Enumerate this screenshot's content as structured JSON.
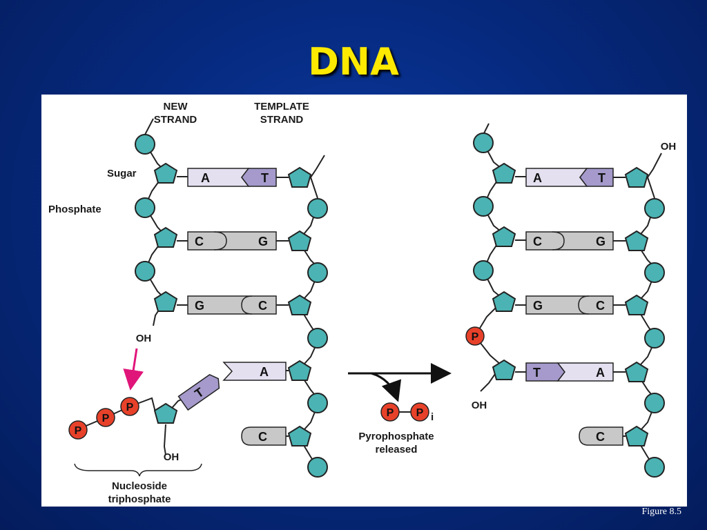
{
  "title": "DNA",
  "caption": "Figure 8.5",
  "labels": {
    "new_strand_1": "NEW",
    "new_strand_2": "STRAND",
    "template_strand_1": "TEMPLATE",
    "template_strand_2": "STRAND",
    "sugar": "Sugar",
    "phosphate": "Phosphate",
    "oh_left": "OH",
    "oh_nucleoside": "OH",
    "nucleoside_1": "Nucleoside",
    "nucleoside_2": "triphosphate",
    "pyrophosphate_1": "Pyrophosphate",
    "pyrophosphate_2": "released",
    "oh_right_top": "OH",
    "oh_right_bottom": "OH",
    "phosphate_letter": "P",
    "pi_subscript": "i"
  },
  "left_pairs": [
    {
      "new": "A",
      "template": "T"
    },
    {
      "new": "C",
      "template": "G"
    },
    {
      "new": "G",
      "template": "C"
    }
  ],
  "left_incoming": {
    "nucleotide": "T",
    "template_unpaired": [
      "A",
      "C"
    ]
  },
  "right_pairs": [
    {
      "new": "A",
      "template": "T"
    },
    {
      "new": "C",
      "template": "G"
    },
    {
      "new": "G",
      "template": "C"
    },
    {
      "new": "T",
      "template": "A"
    }
  ],
  "right_unpaired": [
    "C"
  ],
  "colors": {
    "sugar": "#4bb3b3",
    "phosphate_bead": "#4bb3b3",
    "phosphate_red": "#e8412a",
    "purine_light": "#e4e0f0",
    "thymine": "#a59acb",
    "gray_base": "#c8c8c8",
    "arrow_magenta": "#e0157a",
    "title_yellow": "#ffe900"
  }
}
